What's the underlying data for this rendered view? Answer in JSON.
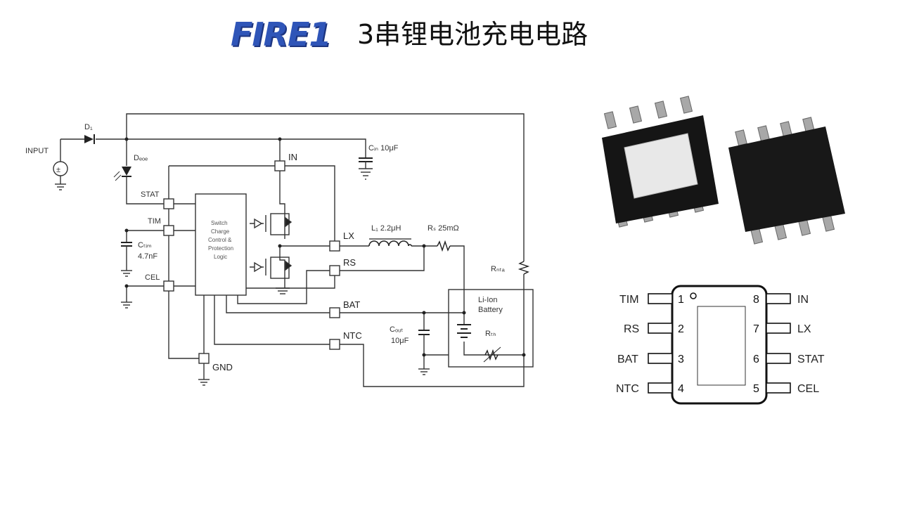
{
  "header": {
    "logo": "FIRE1",
    "title": "3串锂电池充电电路"
  },
  "schematic": {
    "input_label": "INPUT",
    "diode": "D₁",
    "led": "Dₑₒₑ",
    "cin": "Cᵢₙ 10μF",
    "node_in": "IN",
    "node_stat": "STAT",
    "node_tim": "TIM",
    "ctim": "Cₜᵢₘ",
    "ctim_val": "4.7nF",
    "node_cel": "CEL",
    "node_lx": "LX",
    "inductor": "L₁ 2.2μH",
    "rs": "Rₛ 25mΩ",
    "node_rs": "RS",
    "node_bat": "BAT",
    "node_ntc": "NTC",
    "node_gnd": "GND",
    "rntc": "Rₙₜₐ",
    "cout": "Cₒᵤₜ",
    "cout_val": "10μF",
    "battery_l1": "Li-Ion",
    "battery_l2": "Battery",
    "thermistor": "Rₜₕ",
    "chip_text": [
      "Switch",
      "Charge",
      "Control &",
      "Protection",
      "Logic"
    ]
  },
  "pinout": {
    "left": [
      {
        "num": "1",
        "label": "TIM"
      },
      {
        "num": "2",
        "label": "RS"
      },
      {
        "num": "3",
        "label": "BAT"
      },
      {
        "num": "4",
        "label": "NTC"
      }
    ],
    "right": [
      {
        "num": "8",
        "label": "IN"
      },
      {
        "num": "7",
        "label": "LX"
      },
      {
        "num": "6",
        "label": "STAT"
      },
      {
        "num": "5",
        "label": "CEL"
      }
    ]
  },
  "colors": {
    "logo": "#2f55b8",
    "wire": "#333333",
    "chip_body": "#1a1a1a"
  }
}
